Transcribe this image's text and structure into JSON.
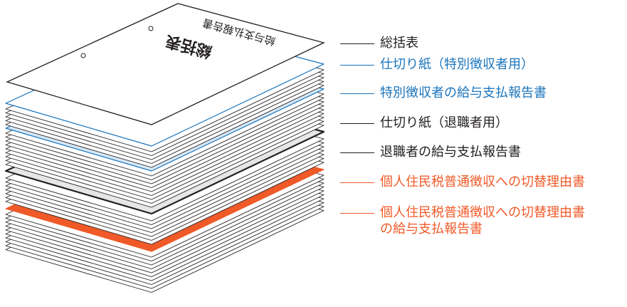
{
  "cover": {
    "form_title": "給与支払報告書",
    "main_title": "総括表"
  },
  "labels": [
    {
      "text": "総括表",
      "color": "black"
    },
    {
      "text": "仕切り紙（特別徴収者用）",
      "color": "blue"
    },
    {
      "text": "特別徴収者の給与支払報告書",
      "color": "blue"
    },
    {
      "text": "仕切り紙（退職者用）",
      "color": "black"
    },
    {
      "text": "退職者の給与支払報告書",
      "color": "black"
    },
    {
      "text": "個人住民税普通徴収への切替理由書",
      "color": "orange"
    },
    {
      "text": "個人住民税普通徴収への切替理由書",
      "color": "orange"
    },
    {
      "text": "の給与支払報告書",
      "color": "orange"
    }
  ],
  "colors": {
    "line": "#231f20",
    "blue_sheet": "#d6e7f6",
    "gray_sheet": "#e6e6e6",
    "orange_sheet": "#f05a28",
    "blue_text": "#1b75bc",
    "orange_text": "#f05a28"
  }
}
